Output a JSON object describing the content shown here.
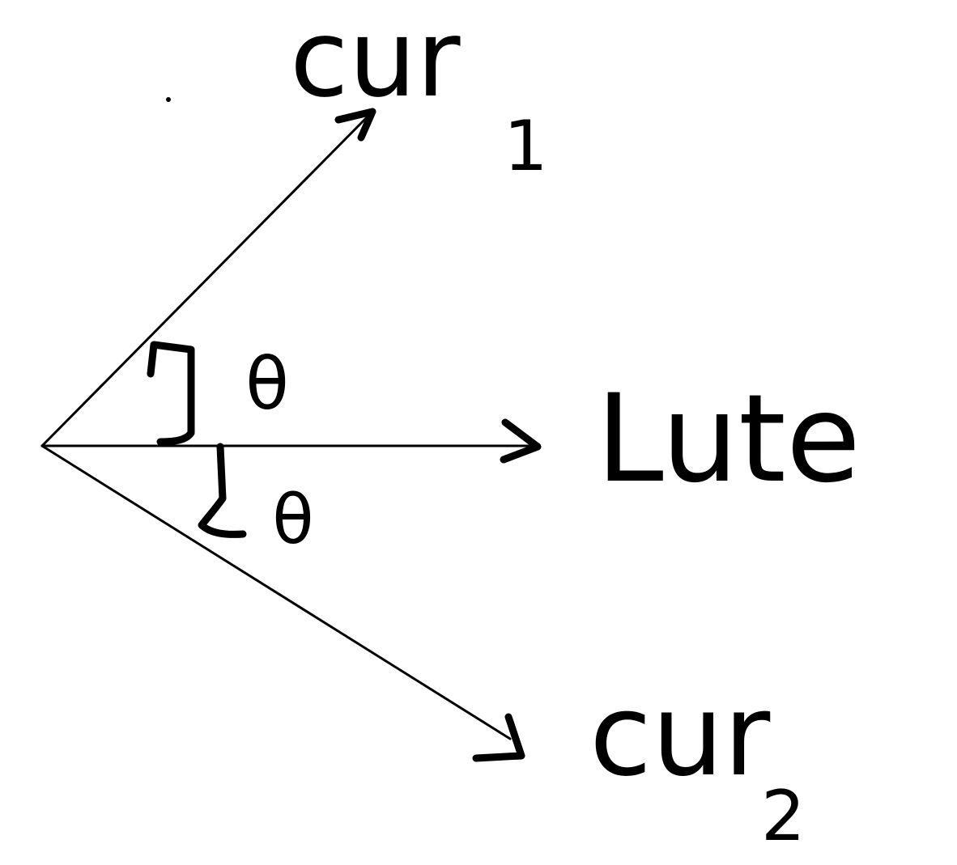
{
  "diagram": {
    "ink_color": "#000000",
    "background_color": "#ffffff",
    "labels": {
      "top_vector": {
        "name": "cur",
        "subscript": "1"
      },
      "middle_vector": {
        "name": "Lute",
        "subscript": ""
      },
      "bottom_vector": {
        "name": "cur",
        "subscript": "2"
      },
      "upper_angle": "θ",
      "lower_angle": "θ"
    }
  }
}
